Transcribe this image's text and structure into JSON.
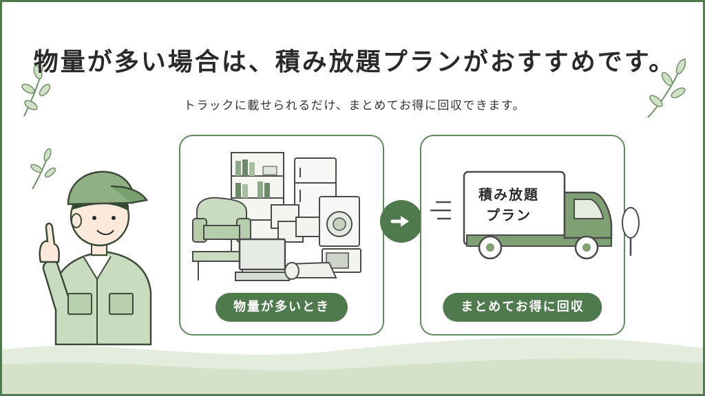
{
  "title": "物量が多い場合は、積み放題プランがおすすめです。",
  "subtitle": "トラックに載せられるだけ、まとめてお得に回収できます。",
  "left_card": {
    "pill_label": "物量が多いとき",
    "icon": "household-items-pile-illustration"
  },
  "right_card": {
    "truck_label_line1": "積み放題",
    "truck_label_line2": "プラン",
    "pill_label": "まとめてお得に回収",
    "icon": "truck-illustration"
  },
  "arrow_icon": "arrow-right-icon",
  "worker_icon": "worker-pointing-illustration",
  "colors": {
    "primary_green": "#4f7a4d",
    "light_green": "#c9dcc0",
    "pale_green": "#e6efe0",
    "text": "#2a2a2a"
  }
}
